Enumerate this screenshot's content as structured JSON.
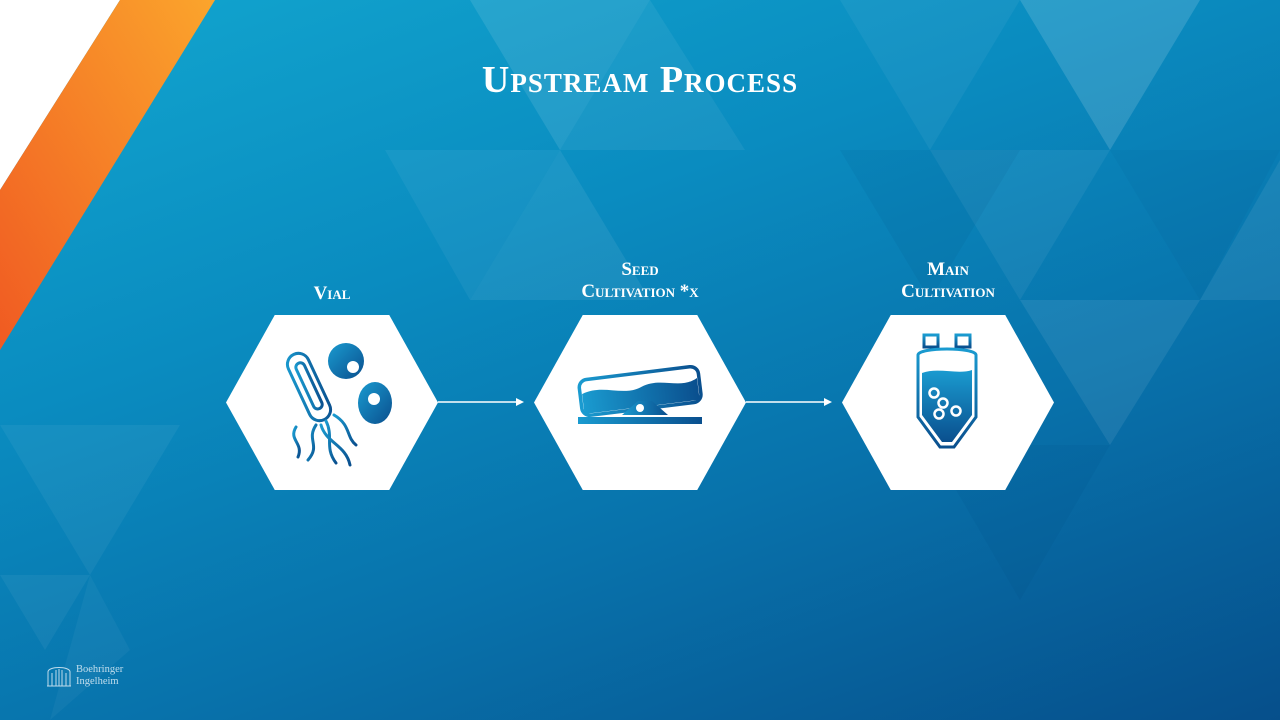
{
  "slide": {
    "title": "Upstream Process"
  },
  "steps": [
    {
      "label_lines": [
        "Vial"
      ],
      "icon": "bacteria-cells-icon"
    },
    {
      "label_lines": [
        "Seed",
        "Cultivation *x"
      ],
      "icon": "rocking-bioreactor-icon"
    },
    {
      "label_lines": [
        "Main",
        "Cultivation"
      ],
      "icon": "bioreactor-tank-icon"
    }
  ],
  "brand": {
    "name_line1": "Boehringer",
    "name_line2": "Ingelheim"
  },
  "colors": {
    "background_top": "#12a6cf",
    "background_bottom": "#064f8b",
    "accent_orange": "#f7821b",
    "icon_blue": "#0f6fa8",
    "hexagon": "#ffffff"
  }
}
